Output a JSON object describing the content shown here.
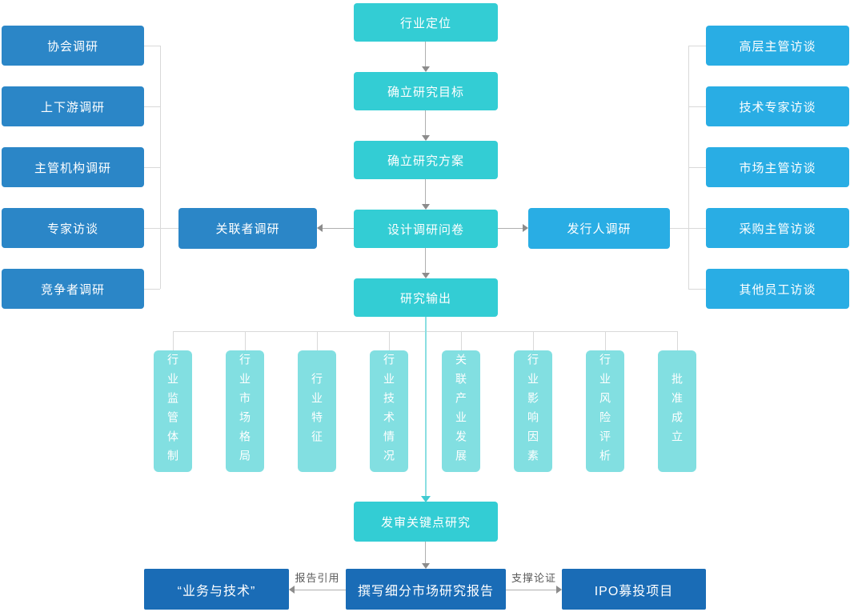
{
  "colors": {
    "dark_blue": "#1A6CB6",
    "blue": "#2B86C7",
    "light_blue": "#29ADE4",
    "teal": "#33CDD4",
    "light_teal": "#82DFE1",
    "connector_gray": "#D9D9D9",
    "arrow_gray": "#8C8C8C",
    "edge_label_gray": "#595959"
  },
  "main_flow": {
    "items": [
      "行业定位",
      "确立研究目标",
      "确立研究方案",
      "设计调研问卷",
      "研究输出"
    ]
  },
  "left_group": {
    "hub": "关联者调研",
    "items": [
      "协会调研",
      "上下游调研",
      "主管机构调研",
      "专家访谈",
      "竞争者调研"
    ]
  },
  "right_group": {
    "hub": "发行人调研",
    "items": [
      "高层主管访谈",
      "技术专家访谈",
      "市场主管访谈",
      "采购主管访谈",
      "其他员工访谈"
    ]
  },
  "outputs": {
    "items": [
      "行业监管体制",
      "行业市场格局",
      "行业特征",
      "行业技术情况",
      "关联产业发展",
      "行业影响因素",
      "行业风险评析",
      "批准成立"
    ]
  },
  "bottom_flow": {
    "key_points": "发审关键点研究",
    "report": "撰写细分市场研究报告",
    "business_tech": "“业务与技术”",
    "ipo": "IPO募投项目",
    "label_left": "报告引用",
    "label_right": "支撑论证"
  }
}
